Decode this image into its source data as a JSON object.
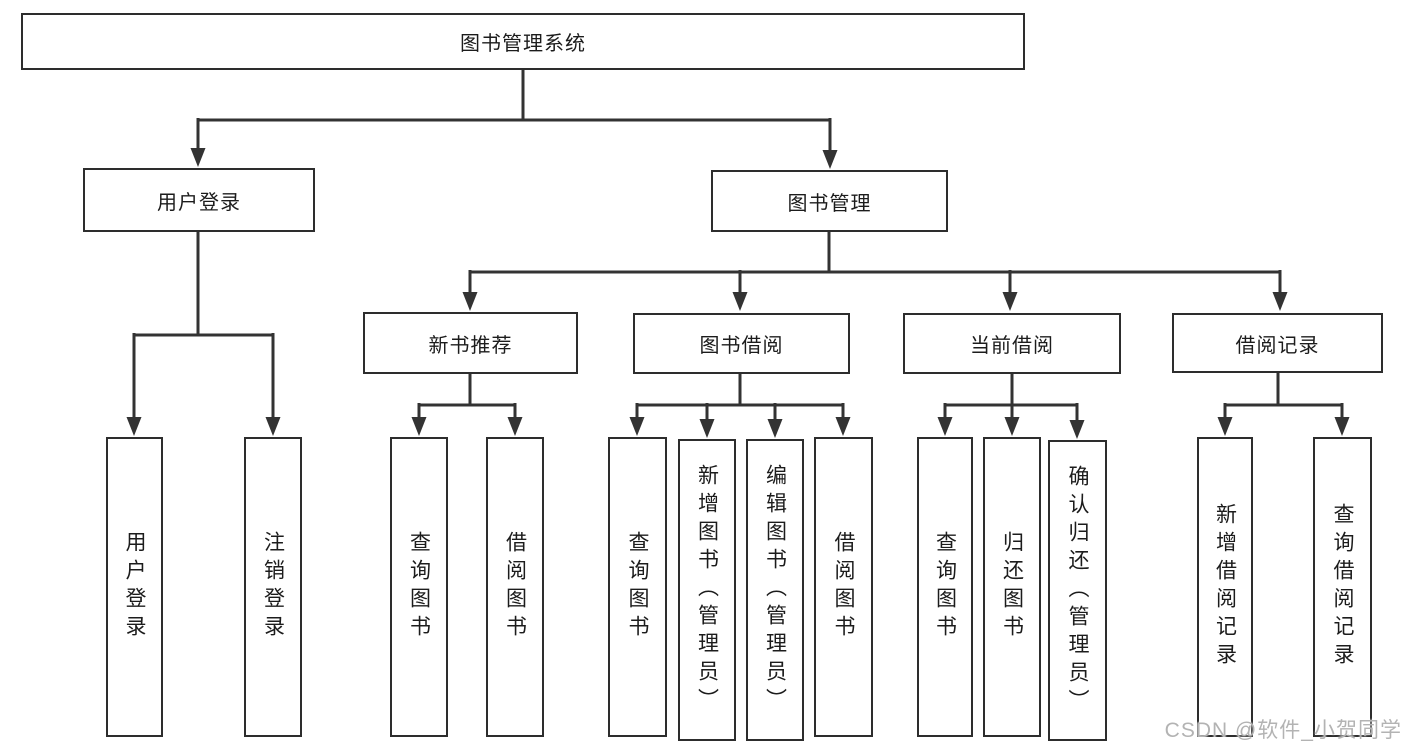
{
  "diagram": {
    "type": "hierarchy-tree",
    "root": {
      "label": "图书管理系统",
      "children": [
        {
          "label": "用户登录",
          "children": [
            {
              "label": "用户登录"
            },
            {
              "label": "注销登录"
            }
          ]
        },
        {
          "label": "图书管理",
          "children": [
            {
              "label": "新书推荐",
              "children": [
                {
                  "label": "查询图书"
                },
                {
                  "label": "借阅图书"
                }
              ]
            },
            {
              "label": "图书借阅",
              "children": [
                {
                  "label": "查询图书"
                },
                {
                  "label": "新增图书（管理员）"
                },
                {
                  "label": "编辑图书（管理员）"
                },
                {
                  "label": "借阅图书"
                }
              ]
            },
            {
              "label": "当前借阅",
              "children": [
                {
                  "label": "查询图书"
                },
                {
                  "label": "归还图书"
                },
                {
                  "label": "确认归还（管理员）"
                }
              ]
            },
            {
              "label": "借阅记录",
              "children": [
                {
                  "label": "新增借阅记录"
                },
                {
                  "label": "查询借阅记录"
                }
              ]
            }
          ]
        }
      ]
    }
  },
  "colors": {
    "line": "#333333",
    "box_border": "#2d2d2d",
    "text": "#1c1c1c",
    "watermark": "#b3b3b3"
  },
  "watermark": {
    "text": "CSDN @软件_小贺同学"
  }
}
